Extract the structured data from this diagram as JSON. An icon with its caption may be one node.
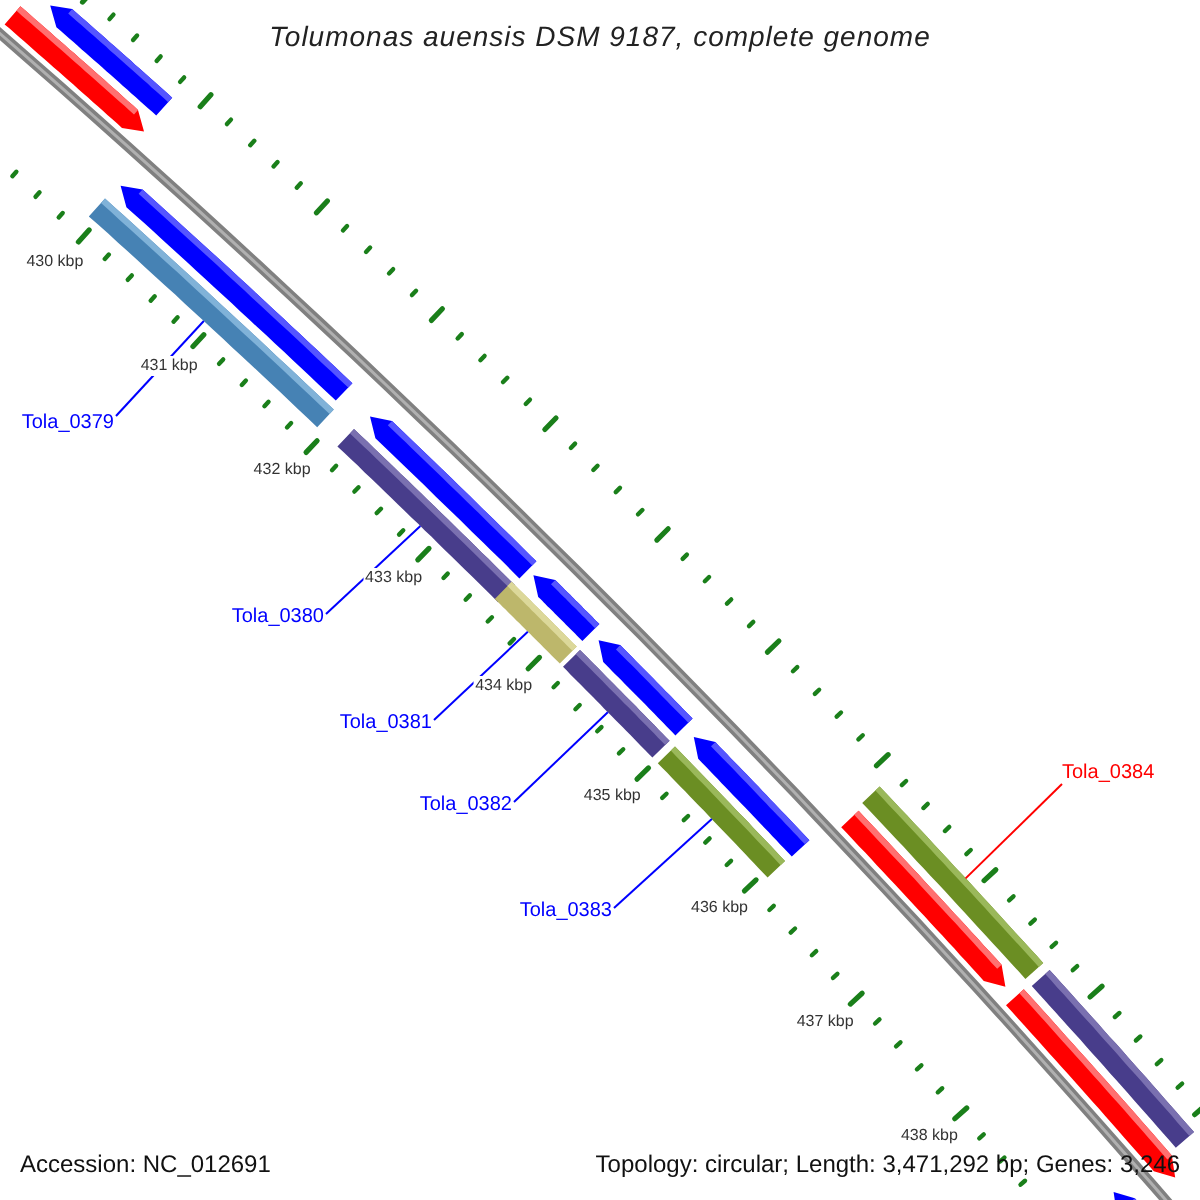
{
  "diagram": {
    "title": "Tolumonas auensis DSM 9187, complete genome",
    "nodes": [
      {
        "text": [
          "Tola_0379"
        ]
      },
      {
        "text": [
          "Tola_0380"
        ]
      },
      {
        "text": [
          "Tola_0381"
        ]
      },
      {
        "text": [
          "Tola_0382"
        ]
      },
      {
        "text": [
          "Tola_0383"
        ]
      },
      {
        "text": [
          "Tola_0384"
        ]
      },
      {
        "text": [],
        "shape": "arrow"
      },
      {
        "text": [],
        "shape": "arrow"
      },
      {
        "text": [],
        "shape": "bar"
      },
      {
        "text": [],
        "shape": "arrow"
      },
      {
        "text": [],
        "shape": "bar"
      },
      {
        "text": [],
        "shape": "arrow"
      },
      {
        "text": [],
        "shape": "bar"
      },
      {
        "text": [],
        "shape": "arrow"
      },
      {
        "text": [],
        "shape": "bar"
      },
      {
        "text": [],
        "shape": "arrow"
      },
      {
        "text": [],
        "shape": "bar"
      },
      {
        "text": [],
        "shape": "arrow"
      },
      {
        "text": [],
        "shape": "bar"
      },
      {
        "text": [],
        "shape": "arrow"
      },
      {
        "text": [],
        "shape": "arrow"
      },
      {
        "text": [],
        "shape": "bar"
      },
      {
        "text": [],
        "shape": "arrow"
      }
    ],
    "edges": [
      {
        "from": 0,
        "to": 8,
        "arrow": "none"
      },
      {
        "from": 1,
        "to": 10,
        "arrow": "none"
      },
      {
        "from": 2,
        "to": 12,
        "arrow": "none"
      },
      {
        "from": 3,
        "to": 14,
        "arrow": "none"
      },
      {
        "from": 4,
        "to": 16,
        "arrow": "none"
      },
      {
        "from": 5,
        "to": 18,
        "arrow": "none",
        "color": "#ff0000"
      }
    ],
    "labels": [
      "430 kbp",
      "431 kbp",
      "432 kbp",
      "433 kbp",
      "434 kbp",
      "435 kbp",
      "436 kbp",
      "437 kbp",
      "438 kbp",
      "Accession: NC_012691",
      "Topology: circular; Length: 3,471,292 bp; Genes: 3,246"
    ]
  }
}
